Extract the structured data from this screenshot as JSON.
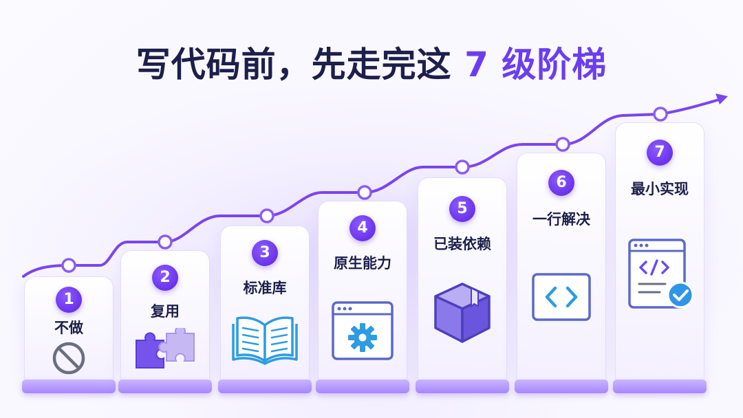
{
  "title": {
    "main": "写代码前，先走完这 ",
    "accent": "7 级阶梯"
  },
  "colors": {
    "accent": "#6c3df0",
    "text": "#1c1f4a",
    "path": "#7b45ee",
    "icon_blue": "#2f9be0",
    "icon_purple": "#6a4cf0",
    "check_blue": "#2f95e6"
  },
  "steps": [
    {
      "number": "1",
      "label": "不做",
      "icon": "prohibited-icon"
    },
    {
      "number": "2",
      "label": "复用",
      "icon": "puzzle-pieces-icon"
    },
    {
      "number": "3",
      "label": "标准库",
      "icon": "open-book-icon"
    },
    {
      "number": "4",
      "label": "原生能力",
      "icon": "browser-gear-icon"
    },
    {
      "number": "5",
      "label": "已装依赖",
      "icon": "package-box-icon"
    },
    {
      "number": "6",
      "label": "一行解决",
      "icon": "code-brackets-icon"
    },
    {
      "number": "7",
      "label": "最小实现",
      "icon": "code-window-check-icon"
    }
  ]
}
